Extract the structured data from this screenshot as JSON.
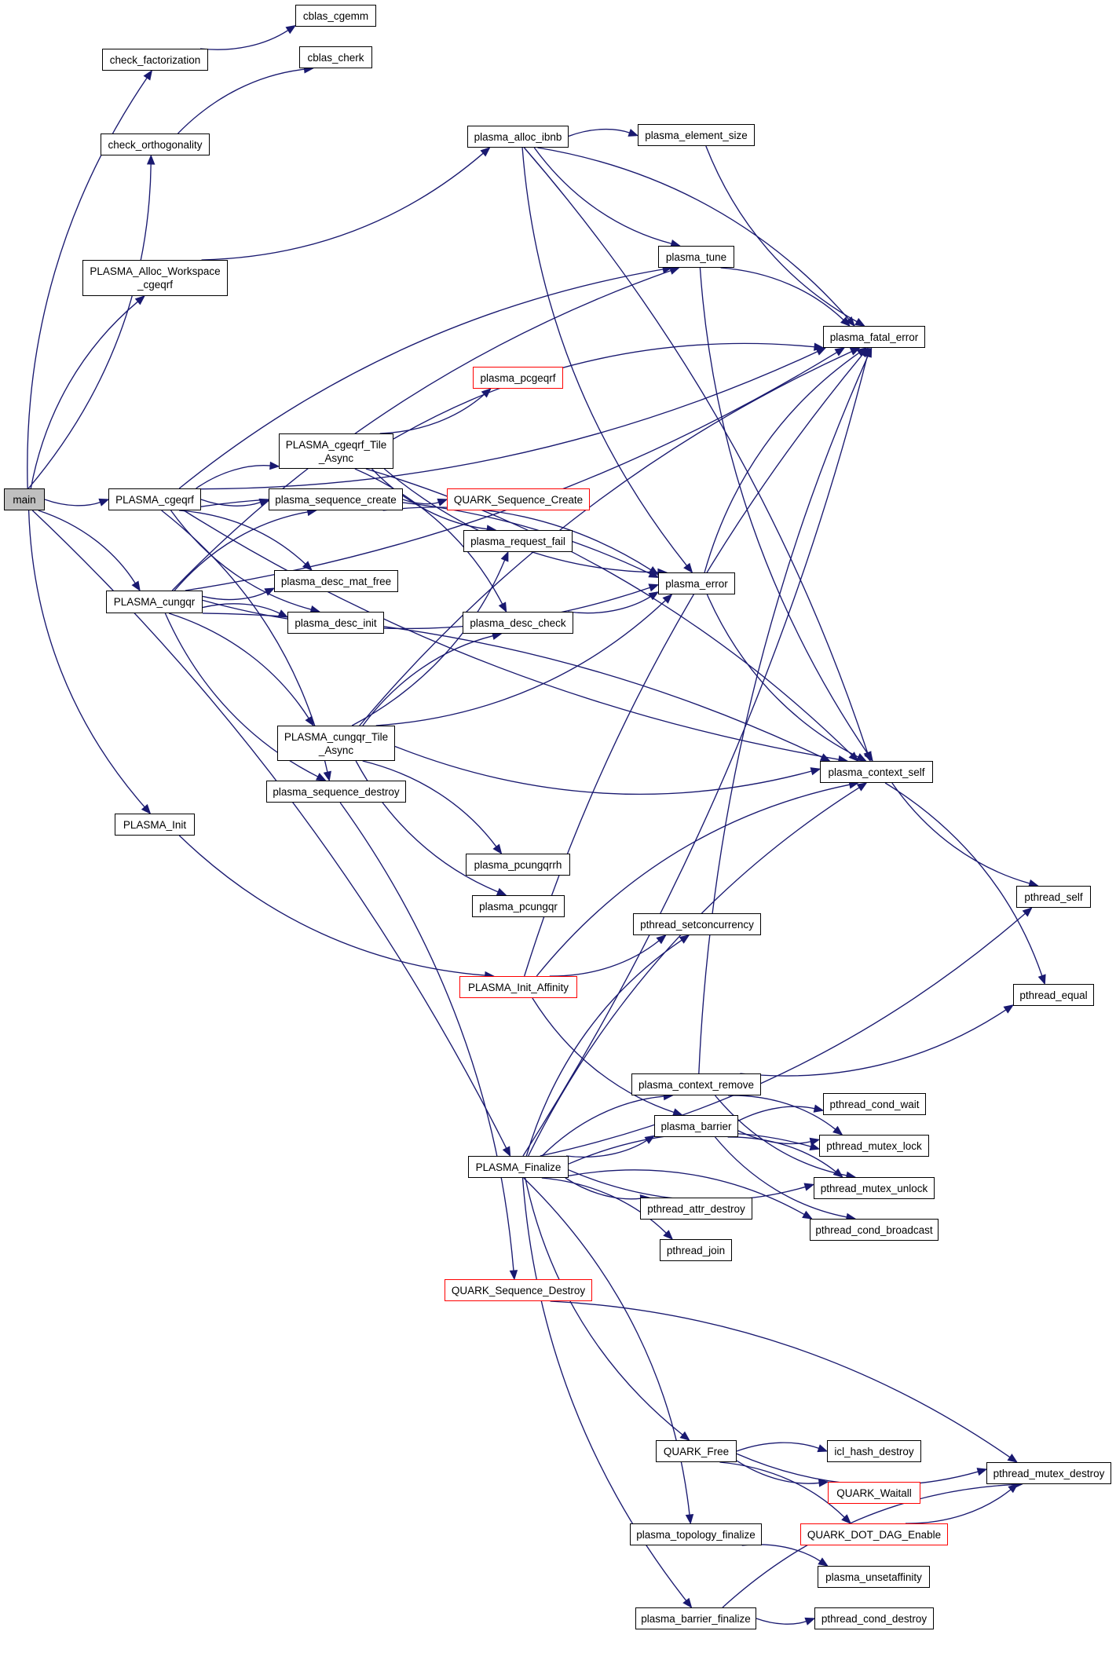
{
  "diagram": {
    "type": "call-graph",
    "root": "main",
    "colors": {
      "edge": "#191970",
      "node_border": "#000000",
      "external_border": "#ff0000",
      "root_fill": "#bfbfbf",
      "node_fill": "#ffffff"
    },
    "nodes": [
      {
        "id": "main",
        "label": "main",
        "kind": "root"
      },
      {
        "id": "check_factorization",
        "label": "check_factorization",
        "kind": "normal"
      },
      {
        "id": "cblas_cgemm",
        "label": "cblas_cgemm",
        "kind": "normal"
      },
      {
        "id": "check_orthogonality",
        "label": "check_orthogonality",
        "kind": "normal"
      },
      {
        "id": "cblas_cherk",
        "label": "cblas_cherk",
        "kind": "normal"
      },
      {
        "id": "PLASMA_Alloc_Workspace_cgeqrf",
        "label": "PLASMA_Alloc_Workspace\n_cgeqrf",
        "kind": "normal"
      },
      {
        "id": "plasma_alloc_ibnb",
        "label": "plasma_alloc_ibnb",
        "kind": "normal"
      },
      {
        "id": "plasma_element_size",
        "label": "plasma_element_size",
        "kind": "normal"
      },
      {
        "id": "plasma_tune",
        "label": "plasma_tune",
        "kind": "normal"
      },
      {
        "id": "plasma_fatal_error",
        "label": "plasma_fatal_error",
        "kind": "normal"
      },
      {
        "id": "plasma_pcgeqrf",
        "label": "plasma_pcgeqrf",
        "kind": "external"
      },
      {
        "id": "PLASMA_cgeqrf_Tile_Async",
        "label": "PLASMA_cgeqrf_Tile\n_Async",
        "kind": "normal"
      },
      {
        "id": "PLASMA_cgeqrf",
        "label": "PLASMA_cgeqrf",
        "kind": "normal"
      },
      {
        "id": "plasma_sequence_create",
        "label": "plasma_sequence_create",
        "kind": "normal"
      },
      {
        "id": "QUARK_Sequence_Create",
        "label": "QUARK_Sequence_Create",
        "kind": "external"
      },
      {
        "id": "plasma_request_fail",
        "label": "plasma_request_fail",
        "kind": "normal"
      },
      {
        "id": "plasma_desc_mat_free",
        "label": "plasma_desc_mat_free",
        "kind": "normal"
      },
      {
        "id": "plasma_error",
        "label": "plasma_error",
        "kind": "normal"
      },
      {
        "id": "PLASMA_cungqr",
        "label": "PLASMA_cungqr",
        "kind": "normal"
      },
      {
        "id": "plasma_desc_init",
        "label": "plasma_desc_init",
        "kind": "normal"
      },
      {
        "id": "plasma_desc_check",
        "label": "plasma_desc_check",
        "kind": "normal"
      },
      {
        "id": "PLASMA_cungqr_Tile_Async",
        "label": "PLASMA_cungqr_Tile\n_Async",
        "kind": "normal"
      },
      {
        "id": "plasma_context_self",
        "label": "plasma_context_self",
        "kind": "normal"
      },
      {
        "id": "plasma_sequence_destroy",
        "label": "plasma_sequence_destroy",
        "kind": "normal"
      },
      {
        "id": "PLASMA_Init",
        "label": "PLASMA_Init",
        "kind": "normal"
      },
      {
        "id": "plasma_pcungqrrh",
        "label": "plasma_pcungqrrh",
        "kind": "normal"
      },
      {
        "id": "plasma_pcungqr",
        "label": "plasma_pcungqr",
        "kind": "normal"
      },
      {
        "id": "pthread_self",
        "label": "pthread_self",
        "kind": "normal"
      },
      {
        "id": "pthread_setconcurrency",
        "label": "pthread_setconcurrency",
        "kind": "normal"
      },
      {
        "id": "PLASMA_Init_Affinity",
        "label": "PLASMA_Init_Affinity",
        "kind": "external"
      },
      {
        "id": "pthread_equal",
        "label": "pthread_equal",
        "kind": "normal"
      },
      {
        "id": "plasma_context_remove",
        "label": "plasma_context_remove",
        "kind": "normal"
      },
      {
        "id": "pthread_cond_wait",
        "label": "pthread_cond_wait",
        "kind": "normal"
      },
      {
        "id": "plasma_barrier",
        "label": "plasma_barrier",
        "kind": "normal"
      },
      {
        "id": "pthread_mutex_lock",
        "label": "pthread_mutex_lock",
        "kind": "normal"
      },
      {
        "id": "PLASMA_Finalize",
        "label": "PLASMA_Finalize",
        "kind": "normal"
      },
      {
        "id": "pthread_mutex_unlock",
        "label": "pthread_mutex_unlock",
        "kind": "normal"
      },
      {
        "id": "pthread_attr_destroy",
        "label": "pthread_attr_destroy",
        "kind": "normal"
      },
      {
        "id": "pthread_cond_broadcast",
        "label": "pthread_cond_broadcast",
        "kind": "normal"
      },
      {
        "id": "pthread_join",
        "label": "pthread_join",
        "kind": "normal"
      },
      {
        "id": "QUARK_Sequence_Destroy",
        "label": "QUARK_Sequence_Destroy",
        "kind": "external"
      },
      {
        "id": "QUARK_Free",
        "label": "QUARK_Free",
        "kind": "normal"
      },
      {
        "id": "icl_hash_destroy",
        "label": "icl_hash_destroy",
        "kind": "normal"
      },
      {
        "id": "pthread_mutex_destroy",
        "label": "pthread_mutex_destroy",
        "kind": "normal"
      },
      {
        "id": "QUARK_Waitall",
        "label": "QUARK_Waitall",
        "kind": "external"
      },
      {
        "id": "plasma_topology_finalize",
        "label": "plasma_topology_finalize",
        "kind": "normal"
      },
      {
        "id": "QUARK_DOT_DAG_Enable",
        "label": "QUARK_DOT_DAG_Enable",
        "kind": "external"
      },
      {
        "id": "plasma_unsetaffinity",
        "label": "plasma_unsetaffinity",
        "kind": "normal"
      },
      {
        "id": "plasma_barrier_finalize",
        "label": "plasma_barrier_finalize",
        "kind": "normal"
      },
      {
        "id": "pthread_cond_destroy",
        "label": "pthread_cond_destroy",
        "kind": "normal"
      }
    ],
    "edges": [
      [
        "main",
        "check_factorization"
      ],
      [
        "main",
        "check_orthogonality"
      ],
      [
        "main",
        "PLASMA_Alloc_Workspace_cgeqrf"
      ],
      [
        "main",
        "PLASMA_cgeqrf"
      ],
      [
        "main",
        "PLASMA_cungqr"
      ],
      [
        "main",
        "PLASMA_Init"
      ],
      [
        "main",
        "PLASMA_Finalize"
      ],
      [
        "check_factorization",
        "cblas_cgemm"
      ],
      [
        "check_orthogonality",
        "cblas_cherk"
      ],
      [
        "PLASMA_Alloc_Workspace_cgeqrf",
        "plasma_alloc_ibnb"
      ],
      [
        "plasma_alloc_ibnb",
        "plasma_element_size"
      ],
      [
        "plasma_alloc_ibnb",
        "plasma_tune"
      ],
      [
        "plasma_alloc_ibnb",
        "plasma_fatal_error"
      ],
      [
        "plasma_alloc_ibnb",
        "plasma_error"
      ],
      [
        "plasma_alloc_ibnb",
        "plasma_context_self"
      ],
      [
        "plasma_element_size",
        "plasma_fatal_error"
      ],
      [
        "plasma_tune",
        "plasma_fatal_error"
      ],
      [
        "plasma_tune",
        "plasma_context_self"
      ],
      [
        "PLASMA_cgeqrf",
        "plasma_tune"
      ],
      [
        "PLASMA_cgeqrf",
        "plasma_fatal_error"
      ],
      [
        "PLASMA_cgeqrf",
        "PLASMA_cgeqrf_Tile_Async"
      ],
      [
        "PLASMA_cgeqrf",
        "plasma_sequence_create"
      ],
      [
        "PLASMA_cgeqrf",
        "plasma_desc_mat_free"
      ],
      [
        "PLASMA_cgeqrf",
        "plasma_desc_init"
      ],
      [
        "PLASMA_cgeqrf",
        "plasma_error"
      ],
      [
        "PLASMA_cgeqrf",
        "plasma_context_self"
      ],
      [
        "PLASMA_cgeqrf",
        "plasma_sequence_destroy"
      ],
      [
        "PLASMA_cgeqrf_Tile_Async",
        "plasma_pcgeqrf"
      ],
      [
        "PLASMA_cgeqrf_Tile_Async",
        "plasma_fatal_error"
      ],
      [
        "PLASMA_cgeqrf_Tile_Async",
        "plasma_request_fail"
      ],
      [
        "PLASMA_cgeqrf_Tile_Async",
        "plasma_desc_check"
      ],
      [
        "PLASMA_cgeqrf_Tile_Async",
        "plasma_error"
      ],
      [
        "PLASMA_cgeqrf_Tile_Async",
        "plasma_context_self"
      ],
      [
        "plasma_sequence_create",
        "QUARK_Sequence_Create"
      ],
      [
        "plasma_sequence_create",
        "plasma_error"
      ],
      [
        "plasma_desc_check",
        "plasma_error"
      ],
      [
        "plasma_error",
        "plasma_fatal_error"
      ],
      [
        "plasma_error",
        "plasma_context_self"
      ],
      [
        "PLASMA_cungqr",
        "plasma_tune"
      ],
      [
        "PLASMA_cungqr",
        "plasma_fatal_error"
      ],
      [
        "PLASMA_cungqr",
        "plasma_sequence_create"
      ],
      [
        "PLASMA_cungqr",
        "plasma_desc_mat_free"
      ],
      [
        "PLASMA_cungqr",
        "plasma_desc_init"
      ],
      [
        "PLASMA_cungqr",
        "plasma_error"
      ],
      [
        "PLASMA_cungqr",
        "PLASMA_cungqr_Tile_Async"
      ],
      [
        "PLASMA_cungqr",
        "plasma_sequence_destroy"
      ],
      [
        "PLASMA_cungqr",
        "plasma_context_self"
      ],
      [
        "PLASMA_cungqr_Tile_Async",
        "plasma_request_fail"
      ],
      [
        "PLASMA_cungqr_Tile_Async",
        "plasma_desc_check"
      ],
      [
        "PLASMA_cungqr_Tile_Async",
        "plasma_error"
      ],
      [
        "PLASMA_cungqr_Tile_Async",
        "plasma_fatal_error"
      ],
      [
        "PLASMA_cungqr_Tile_Async",
        "plasma_context_self"
      ],
      [
        "PLASMA_cungqr_Tile_Async",
        "plasma_pcungqrrh"
      ],
      [
        "PLASMA_cungqr_Tile_Async",
        "plasma_pcungqr"
      ],
      [
        "plasma_sequence_destroy",
        "QUARK_Sequence_Destroy"
      ],
      [
        "plasma_context_self",
        "pthread_self"
      ],
      [
        "plasma_context_self",
        "pthread_equal"
      ],
      [
        "PLASMA_Init",
        "PLASMA_Init_Affinity"
      ],
      [
        "PLASMA_Init_Affinity",
        "plasma_fatal_error"
      ],
      [
        "PLASMA_Init_Affinity",
        "pthread_setconcurrency"
      ],
      [
        "PLASMA_Init_Affinity",
        "plasma_context_self"
      ],
      [
        "PLASMA_Init_Affinity",
        "plasma_barrier"
      ],
      [
        "PLASMA_Finalize",
        "pthread_setconcurrency"
      ],
      [
        "PLASMA_Finalize",
        "plasma_fatal_error"
      ],
      [
        "PLASMA_Finalize",
        "plasma_context_self"
      ],
      [
        "PLASMA_Finalize",
        "pthread_self"
      ],
      [
        "PLASMA_Finalize",
        "plasma_context_remove"
      ],
      [
        "PLASMA_Finalize",
        "plasma_barrier"
      ],
      [
        "PLASMA_Finalize",
        "pthread_mutex_lock"
      ],
      [
        "PLASMA_Finalize",
        "pthread_mutex_unlock"
      ],
      [
        "PLASMA_Finalize",
        "pthread_cond_broadcast"
      ],
      [
        "PLASMA_Finalize",
        "pthread_attr_destroy"
      ],
      [
        "PLASMA_Finalize",
        "pthread_join"
      ],
      [
        "PLASMA_Finalize",
        "QUARK_Free"
      ],
      [
        "PLASMA_Finalize",
        "plasma_topology_finalize"
      ],
      [
        "PLASMA_Finalize",
        "plasma_barrier_finalize"
      ],
      [
        "plasma_context_remove",
        "plasma_fatal_error"
      ],
      [
        "plasma_context_remove",
        "pthread_equal"
      ],
      [
        "plasma_context_remove",
        "pthread_mutex_lock"
      ],
      [
        "plasma_context_remove",
        "pthread_mutex_unlock"
      ],
      [
        "plasma_barrier",
        "pthread_cond_wait"
      ],
      [
        "plasma_barrier",
        "pthread_mutex_lock"
      ],
      [
        "plasma_barrier",
        "pthread_mutex_unlock"
      ],
      [
        "plasma_barrier",
        "pthread_cond_broadcast"
      ],
      [
        "QUARK_Sequence_Destroy",
        "pthread_mutex_destroy"
      ],
      [
        "QUARK_Free",
        "pthread_mutex_destroy"
      ],
      [
        "QUARK_Free",
        "icl_hash_destroy"
      ],
      [
        "QUARK_Free",
        "QUARK_Waitall"
      ],
      [
        "QUARK_Free",
        "QUARK_DOT_DAG_Enable"
      ],
      [
        "QUARK_DOT_DAG_Enable",
        "pthread_mutex_destroy"
      ],
      [
        "plasma_topology_finalize",
        "plasma_unsetaffinity"
      ],
      [
        "plasma_barrier_finalize",
        "pthread_cond_destroy"
      ],
      [
        "plasma_barrier_finalize",
        "pthread_mutex_destroy"
      ]
    ]
  }
}
